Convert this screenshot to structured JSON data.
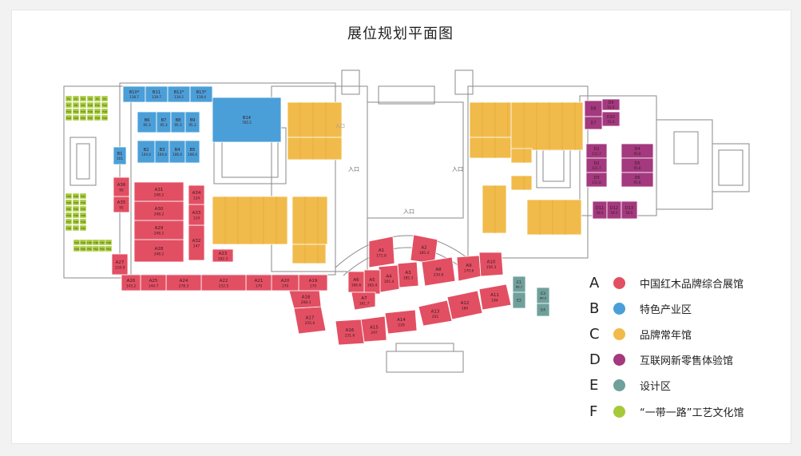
{
  "title": "展位规划平面图",
  "colors": {
    "A": "#e24f63",
    "B": "#4b9fd8",
    "C": "#f1bb4b",
    "D": "#a4397f",
    "E": "#6fa09c",
    "F": "#a6c93a",
    "outline": "#7a7a7a",
    "background": "#ffffff"
  },
  "legend": [
    {
      "letter": "A",
      "label": "中国红木品牌综合展馆",
      "color_key": "A"
    },
    {
      "letter": "B",
      "label": "特色产业区",
      "color_key": "B"
    },
    {
      "letter": "C",
      "label": "品牌常年馆",
      "color_key": "C"
    },
    {
      "letter": "D",
      "label": "互联网新零售体验馆",
      "color_key": "D"
    },
    {
      "letter": "E",
      "label": "设计区",
      "color_key": "E"
    },
    {
      "letter": "F",
      "label": "“一带一路”工艺文化馆",
      "color_key": "F"
    }
  ],
  "entrances": [
    "入口",
    "入口",
    "入口",
    "入口"
  ],
  "booths": {
    "A": [
      {
        "id": "A1",
        "area": "171.8"
      },
      {
        "id": "A2",
        "area": "185.4"
      },
      {
        "id": "A3",
        "area": "185.3"
      },
      {
        "id": "A4",
        "area": "165.4"
      },
      {
        "id": "A5",
        "area": "165.4"
      },
      {
        "id": "A6",
        "area": "166.6"
      },
      {
        "id": "A7",
        "area": "161.7"
      },
      {
        "id": "A8",
        "area": "234.8"
      },
      {
        "id": "A9",
        "area": "170.6"
      },
      {
        "id": "A10",
        "area": "156.3"
      },
      {
        "id": "A11",
        "area": "184"
      },
      {
        "id": "A12",
        "area": "180"
      },
      {
        "id": "A13",
        "area": "201"
      },
      {
        "id": "A14",
        "area": "229"
      },
      {
        "id": "A15",
        "area": "297"
      },
      {
        "id": "A16",
        "area": "231.6"
      },
      {
        "id": "A17",
        "area": "255.6"
      },
      {
        "id": "A18",
        "area": "208.3"
      },
      {
        "id": "A19",
        "area": "170"
      },
      {
        "id": "A20",
        "area": "170"
      },
      {
        "id": "A21",
        "area": "170"
      },
      {
        "id": "A22",
        "area": "232.5"
      },
      {
        "id": "A23",
        "area": "192.3"
      },
      {
        "id": "A24",
        "area": "278.3"
      },
      {
        "id": "A25",
        "area": "144.7"
      },
      {
        "id": "A26",
        "area": "143.2"
      },
      {
        "id": "A27",
        "area": "118.9"
      },
      {
        "id": "A28",
        "area": "248.2"
      },
      {
        "id": "A29",
        "area": "248.2"
      },
      {
        "id": "A30",
        "area": "248.2"
      },
      {
        "id": "A31",
        "area": "248.2"
      },
      {
        "id": "A32",
        "area": "147"
      },
      {
        "id": "A33",
        "area": "124"
      },
      {
        "id": "A34",
        "area": "124"
      },
      {
        "id": "A35",
        "area": "95"
      },
      {
        "id": "A36",
        "area": "95"
      }
    ],
    "B": [
      {
        "id": "B10*",
        "area": "118.7"
      },
      {
        "id": "B11",
        "area": "119.7"
      },
      {
        "id": "B12*",
        "area": "119.2"
      },
      {
        "id": "B13*",
        "area": "118.4"
      },
      {
        "id": "B14",
        "area": "765.5"
      },
      {
        "id": "B6",
        "area": "95.3"
      },
      {
        "id": "B7",
        "area": "95.3"
      },
      {
        "id": "B8",
        "area": "95.3"
      },
      {
        "id": "B9",
        "area": "95.3"
      },
      {
        "id": "B2",
        "area": "104.4"
      },
      {
        "id": "B3",
        "area": "104.4"
      },
      {
        "id": "B4",
        "area": "106.4"
      },
      {
        "id": "B5",
        "area": "106.4"
      },
      {
        "id": "B1",
        "area": "101"
      }
    ],
    "D": [
      {
        "id": "D8",
        "area": ""
      },
      {
        "id": "D9",
        "area": "52.4"
      },
      {
        "id": "D10",
        "area": "55.4"
      },
      {
        "id": "D7",
        "area": ""
      },
      {
        "id": "D1",
        "area": "111.7"
      },
      {
        "id": "D2",
        "area": "111.7"
      },
      {
        "id": "D3",
        "area": "111.8"
      },
      {
        "id": "D4",
        "area": "95.8"
      },
      {
        "id": "D5",
        "area": "95.8"
      },
      {
        "id": "D6",
        "area": "95.8"
      },
      {
        "id": "D11",
        "area": "58.5"
      },
      {
        "id": "D12",
        "area": "58.5"
      },
      {
        "id": "D13",
        "area": "58.5"
      }
    ],
    "E": [
      {
        "id": "E1",
        "area": "86.7"
      },
      {
        "id": "E2",
        "area": ""
      },
      {
        "id": "E3",
        "area": "86.9"
      },
      {
        "id": "E4",
        "area": ""
      }
    ],
    "F": [
      "F1",
      "F2",
      "F3",
      "F4",
      "F5",
      "F6",
      "F7",
      "F8",
      "F9",
      "F10",
      "F11",
      "F12",
      "F13",
      "F14",
      "F15",
      "F16",
      "F17",
      "F18",
      "F19",
      "F20",
      "F21",
      "F22",
      "F23",
      "F24",
      "F25",
      "F26",
      "F27",
      "F28",
      "F29",
      "F30",
      "F31",
      "F32",
      "F33",
      "F34",
      "F35",
      "F36",
      "F37",
      "F38",
      "F39",
      "F40",
      "F41",
      "F42",
      "F43",
      "F44",
      "F45",
      "F46",
      "F47",
      "F48",
      "F49",
      "F50",
      "F51",
      "F52",
      "F53",
      "F54"
    ]
  }
}
